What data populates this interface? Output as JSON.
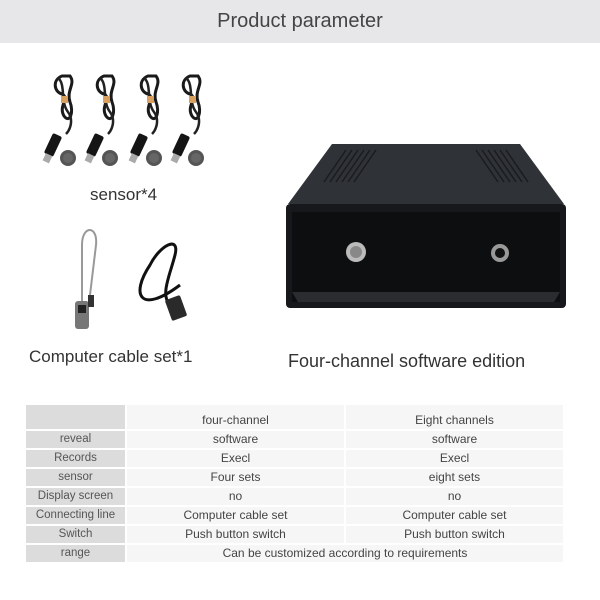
{
  "header": {
    "title": "Product parameter"
  },
  "images": {
    "sensors": {
      "caption": "sensor*4",
      "count": 4
    },
    "cable": {
      "caption": "Computer cable set*1"
    },
    "device": {
      "caption": "Four-channel software edition"
    }
  },
  "table": {
    "columns": [
      "",
      "four-channel",
      "Eight channels"
    ],
    "rows": [
      {
        "label": "reveal",
        "four": "software",
        "eight": "software"
      },
      {
        "label": "Records",
        "four": "Execl",
        "eight": "Execl"
      },
      {
        "label": "sensor",
        "four": "Four sets",
        "eight": "eight sets"
      },
      {
        "label": "Display screen",
        "four": "no",
        "eight": "no"
      },
      {
        "label": "Connecting line",
        "four": "Computer cable set",
        "eight": "Computer cable set"
      },
      {
        "label": "Switch",
        "four": "Push button switch",
        "eight": "Push button switch"
      }
    ],
    "range": {
      "label": "range",
      "value": "Can be customized according to requirements"
    }
  }
}
